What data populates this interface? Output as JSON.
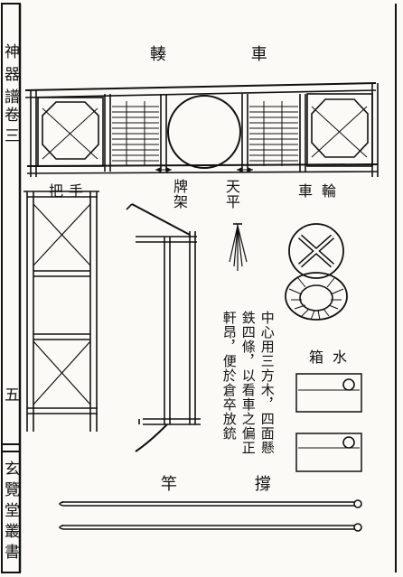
{
  "margin": {
    "book_title": "神器譜",
    "volume": "卷三",
    "page_number": "五",
    "publisher": "玄覽堂叢書"
  },
  "labels": {
    "cart_title": "車 輳",
    "hand_grip": "手把",
    "wheel": "輪車",
    "shield_frame": "牌架",
    "balance": "天平",
    "water_box": "水箱",
    "support_pole": "撐 竿"
  },
  "description": {
    "col1": "中心用三方木，四面懸",
    "col2": "鉄四條，以看車之偏正",
    "col3": "軒昂，便於倉卒放銃"
  }
}
